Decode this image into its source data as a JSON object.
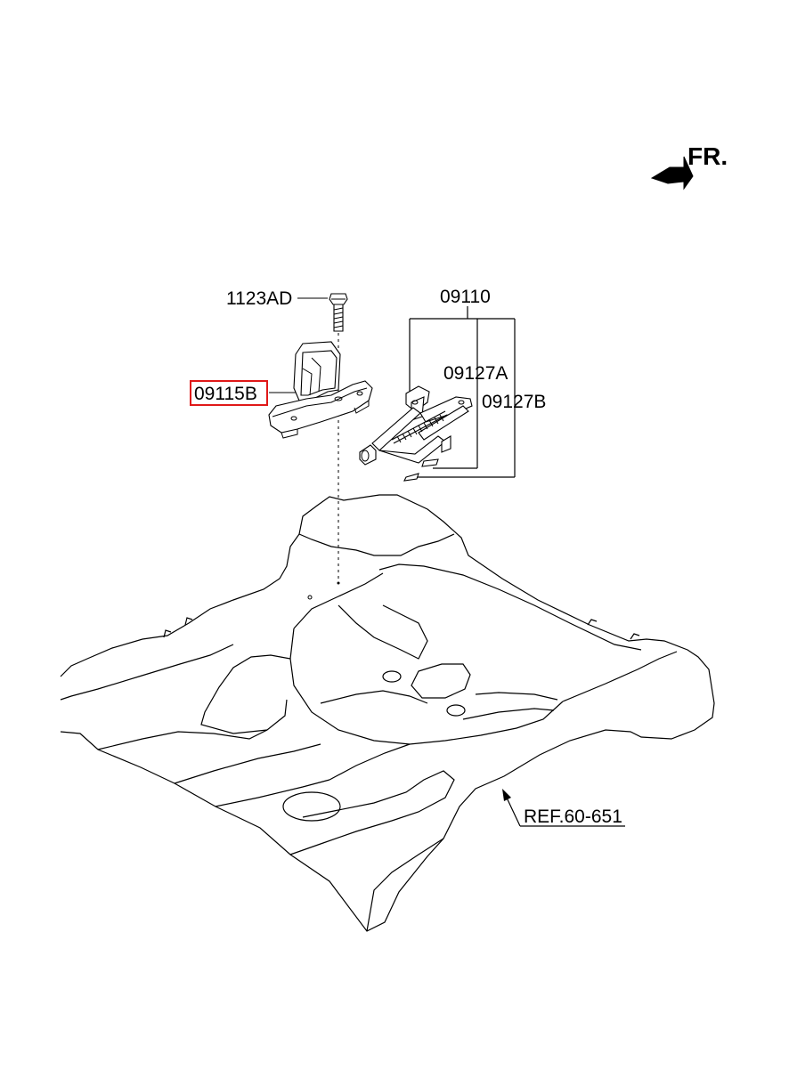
{
  "orientation": {
    "label": "FR."
  },
  "callouts": {
    "bolt": "1123AD",
    "jack_assembly": "09110",
    "jack_part_a": "09127A",
    "jack_part_b": "09127B",
    "bracket": "09115B",
    "floor_ref": "REF.60-651"
  },
  "highlight": {
    "part": "09115B",
    "color": "#e01818"
  },
  "icons": {
    "direction": "arrow-icon"
  }
}
